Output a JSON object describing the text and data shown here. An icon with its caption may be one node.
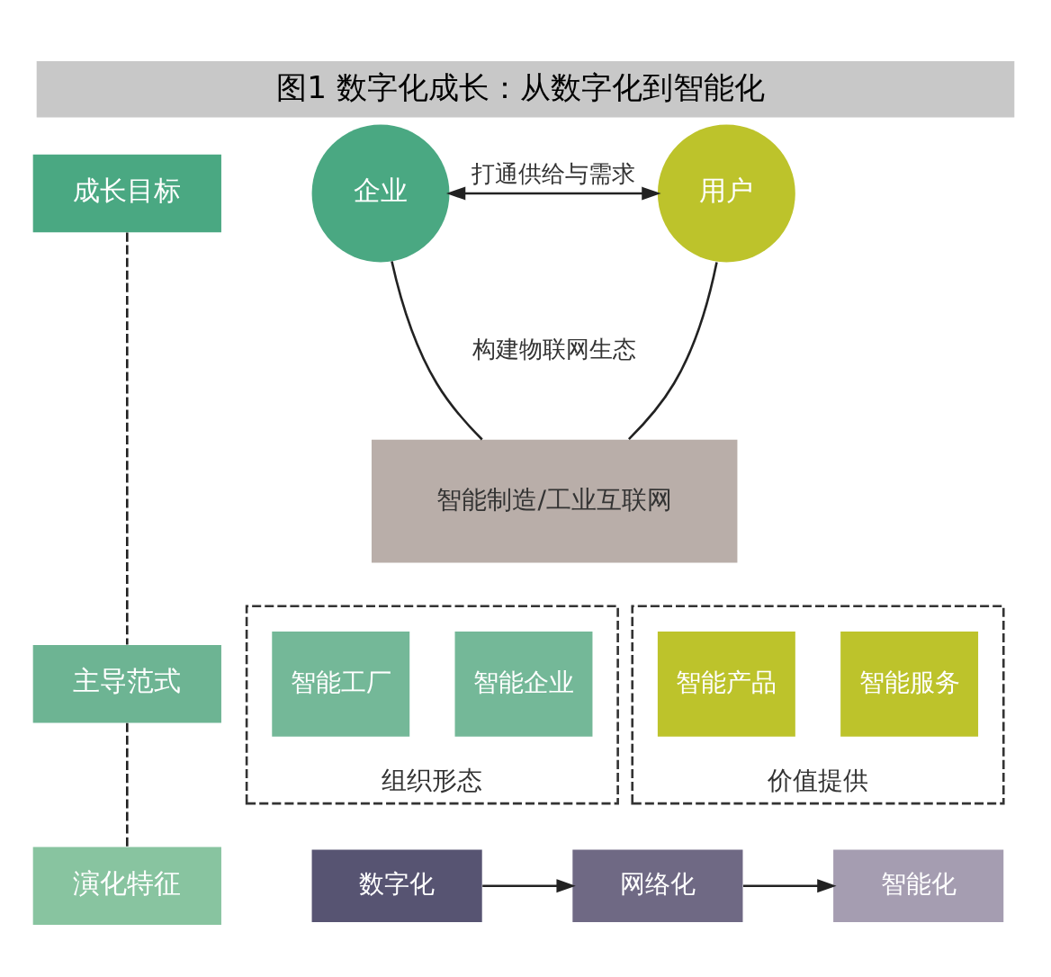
{
  "diagram": {
    "title": "图1 数字化成长：从数字化到智能化",
    "nodes": [
      {
        "text": [
          "成长目标"
        ]
      },
      {
        "text": [
          "企业"
        ]
      },
      {
        "text": [
          "用户"
        ]
      },
      {
        "text": [
          "智能制造/工业互联网"
        ]
      },
      {
        "text": [
          "主导范式"
        ]
      },
      {
        "text": [
          "组织形态"
        ]
      },
      {
        "text": [
          "智能工厂"
        ],
        "in": 5
      },
      {
        "text": [
          "智能企业"
        ],
        "in": 5
      },
      {
        "text": [
          "价值提供"
        ]
      },
      {
        "text": [
          "智能产品"
        ],
        "in": 8
      },
      {
        "text": [
          "智能服务"
        ],
        "in": 8
      },
      {
        "text": [
          "演化特征"
        ]
      },
      {
        "text": [
          "数字化"
        ]
      },
      {
        "text": [
          "网络化"
        ]
      },
      {
        "text": [
          "智能化"
        ]
      }
    ],
    "edges": [
      {
        "from": 0,
        "to": 4,
        "arrow": "none",
        "style": "dashed"
      },
      {
        "from": 4,
        "to": 11,
        "arrow": "none",
        "style": "dashed"
      },
      {
        "from": 1,
        "to": 2,
        "arrow": "both",
        "label": "打通供给与需求"
      },
      {
        "from": 1,
        "to": 3,
        "arrow": "none"
      },
      {
        "from": 2,
        "to": 3,
        "arrow": "none"
      },
      {
        "from": 12,
        "to": 13,
        "arrow": "to"
      },
      {
        "from": 13,
        "to": 14,
        "arrow": "to"
      }
    ],
    "labels": [
      "构建物联网生态"
    ]
  }
}
